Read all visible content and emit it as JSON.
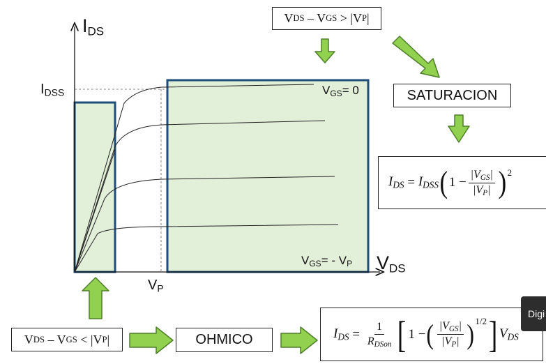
{
  "axes": {
    "y_label_main": "I",
    "y_label_sub": "DS",
    "x_label_main": "V",
    "x_label_sub": "DS"
  },
  "labels": {
    "idss_main": "I",
    "idss_sub": "DSS",
    "vp_main": "V",
    "vp_sub": "P",
    "vgs_zero_main": "V",
    "vgs_zero_sub": "GS",
    "vgs_zero_value": "= 0",
    "vgs_min_main": "V",
    "vgs_min_sub": "GS",
    "vgs_min_value": "= - V",
    "vgs_min_value_sub": "P"
  },
  "conditions": {
    "saturation": "V_DS – V_GS > |V_P|",
    "ohmic": "V_DS – V_GS < |V_P|"
  },
  "regions": {
    "saturation": "SATURACION",
    "ohmic": "OHMICO"
  },
  "formulas": {
    "saturation": "I_DS = I_DSS (1 − |V_GS| / |V_P|)^2",
    "ohmic": "I_DS = 1/R_DSon [1 − (|V_GS| / |V_P|)^(1/2)] V_DS"
  },
  "overlay": {
    "tab_text": "Digi"
  },
  "colors": {
    "region_fill": "#e2efd9",
    "region_border": "#1f4e79",
    "arrow_fill": "#92d050",
    "arrow_stroke": "#4f7f2a"
  }
}
